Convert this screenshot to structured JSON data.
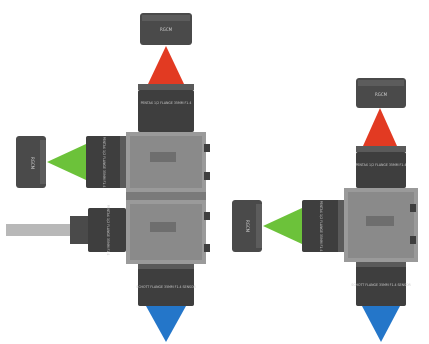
{
  "colors": {
    "body": "#6e6e6e",
    "body_light": "#8a8a8a",
    "housing": "#9a9a9a",
    "camera": "#4a4a4a",
    "lens": "#3e3e3e",
    "red_beam": "#e23a22",
    "green_beam": "#6cc23a",
    "blue_beam": "#2476c9",
    "cable": "#b8b8b8"
  },
  "left_assembly": {
    "top_camera_label": "RGCM",
    "top_lens_label": "PENTAX 1/2 FLANGE 35MM F1.4",
    "left_camera_label": "RGCM",
    "left_lens_label": "PENTAX 1/2 FLANGE 35MM F1.4",
    "left_lower_lens_label": "PENTAX 1/2 FLANGE 35MM F1.4",
    "bottom_lens_label": "SCHOTT FLANGE 35MM F1.4 SENSOR"
  },
  "right_assembly": {
    "top_camera_label": "RGCM",
    "top_lens_label": "PENTAX 1/2 FLANGE 35MM F1.4",
    "left_camera_label": "RGCM",
    "left_lens_label": "PENTAX 1/2 FLANGE 35MM F1.4",
    "bottom_lens_label": "SCHOTT FLANGE 35MM F1.4 SENSOR"
  },
  "icons": [
    "camera-icon",
    "lens-icon",
    "beam-splitter-icon",
    "fiber-cable-icon"
  ]
}
